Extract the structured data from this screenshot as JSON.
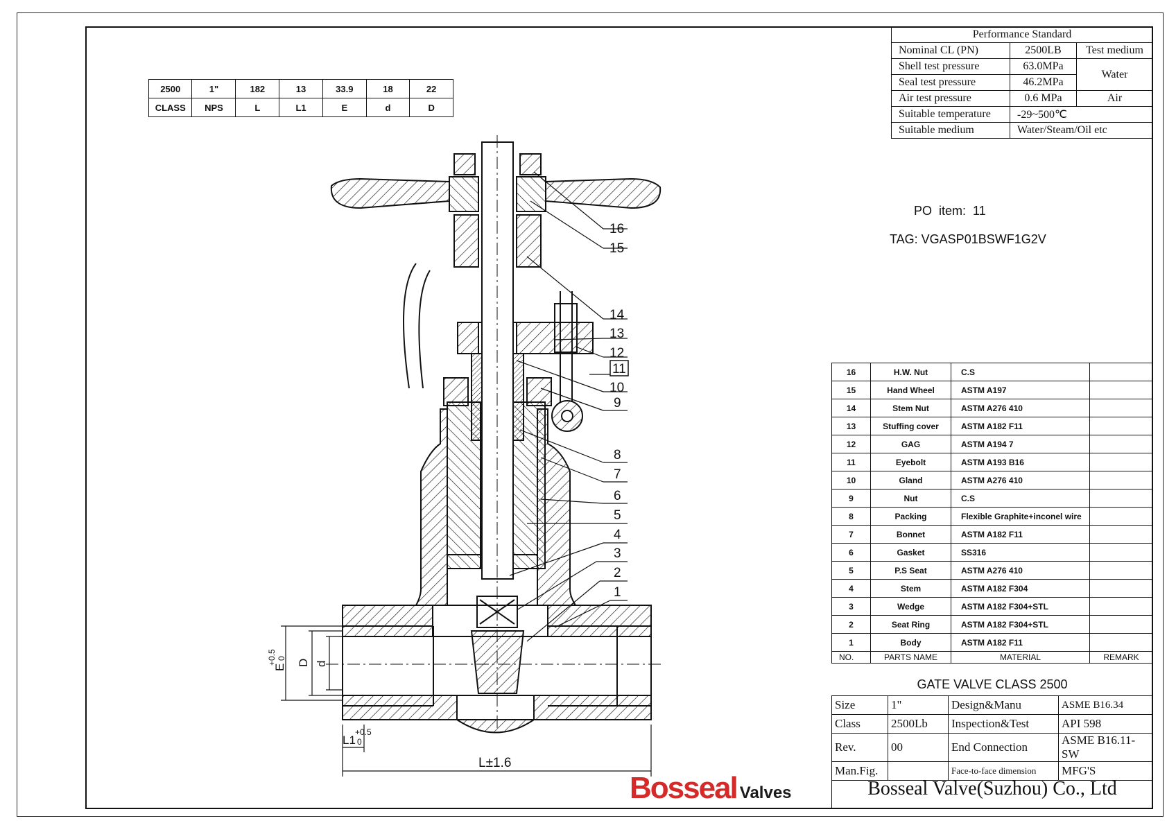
{
  "dimension_table": {
    "values": [
      "2500",
      "1\"",
      "182",
      "13",
      "33.9",
      "18",
      "22"
    ],
    "labels": [
      "CLASS",
      "NPS",
      "L",
      "L1",
      "E",
      "d",
      "D"
    ]
  },
  "performance": {
    "title": "Performance Standard",
    "rows": [
      {
        "label": "Nominal CL (PN)",
        "value": "2500LB",
        "extra": "Test medium"
      },
      {
        "label": "Shell test pressure",
        "value": "63.0MPa",
        "extra": "Water"
      },
      {
        "label": "Seal test pressure",
        "value": "46.2MPa"
      },
      {
        "label": "Air test pressure",
        "value": "0.6   MPa",
        "extra": "Air"
      },
      {
        "label": "Suitable temperature",
        "value": "-29~500℃"
      },
      {
        "label": "Suitable medium",
        "value": "Water/Steam/Oil etc"
      }
    ]
  },
  "po": {
    "item": "PO  item:  11",
    "tag": "TAG: VGASP01BSWF1G2V"
  },
  "bom": {
    "rows": [
      {
        "no": "16",
        "name": "H.W. Nut",
        "material": "C.S"
      },
      {
        "no": "15",
        "name": "Hand Wheel",
        "material": "ASTM A197"
      },
      {
        "no": "14",
        "name": "Stem Nut",
        "material": "ASTM A276 410"
      },
      {
        "no": "13",
        "name": "Stuffing cover",
        "material": "ASTM A182 F11"
      },
      {
        "no": "12",
        "name": "GAG",
        "material": "ASTM A194 7"
      },
      {
        "no": "11",
        "name": "Eyebolt",
        "material": "ASTM A193 B16"
      },
      {
        "no": "10",
        "name": "Gland",
        "material": "ASTM A276 410"
      },
      {
        "no": "9",
        "name": "Nut",
        "material": "C.S"
      },
      {
        "no": "8",
        "name": "Packing",
        "material": "Flexible Graphite+inconel wire"
      },
      {
        "no": "7",
        "name": "Bonnet",
        "material": "ASTM A182 F11"
      },
      {
        "no": "6",
        "name": "Gasket",
        "material": "SS316"
      },
      {
        "no": "5",
        "name": "P.S Seat",
        "material": "ASTM A276 410"
      },
      {
        "no": "4",
        "name": "Stem",
        "material": "ASTM A182 F304"
      },
      {
        "no": "3",
        "name": "Wedge",
        "material": "ASTM A182 F304+STL"
      },
      {
        "no": "2",
        "name": "Seat Ring",
        "material": "ASTM A182 F304+STL"
      },
      {
        "no": "1",
        "name": "Body",
        "material": "ASTM A182 F11"
      }
    ],
    "header": {
      "no": "NO.",
      "name": "PARTS NAME",
      "material": "MATERIAL",
      "remark": "REMARK"
    }
  },
  "title_block": {
    "title": "GATE VALVE CLASS 2500",
    "rows": [
      {
        "k1": "Size",
        "v1": "1\"",
        "k2": "Design&Manu",
        "v2": "ASME B16.34"
      },
      {
        "k1": "Class",
        "v1": "2500Lb",
        "k2": "Inspection&Test",
        "v2": "API 598"
      },
      {
        "k1": "Rev.",
        "v1": "00",
        "k2": "End Connection",
        "v2": "ASME B16.11-SW"
      },
      {
        "k1": "Man.Fig.",
        "v1": "",
        "k2": "Face-to-face dimension",
        "v2": "MFG'S"
      }
    ],
    "company": "Bosseal Valve(Suzhou) Co., Ltd"
  },
  "brand": {
    "name": "Bosseal",
    "suffix": "Valves",
    "color": "#d42a2a"
  },
  "drawing": {
    "callouts": [
      "16",
      "15",
      "14",
      "13",
      "12",
      "11",
      "10",
      "9",
      "8",
      "7",
      "6",
      "5",
      "4",
      "3",
      "2",
      "1"
    ],
    "dim_length": "L±1.6",
    "dim_l1": "L1",
    "dim_l1_tol_upper": "+0.5",
    "dim_l1_tol_lower": "0",
    "dim_e": "E",
    "dim_e_tol_upper": "+0.5",
    "dim_e_tol_lower": "0",
    "dim_d_upper": "D",
    "dim_d_lower": "d"
  }
}
